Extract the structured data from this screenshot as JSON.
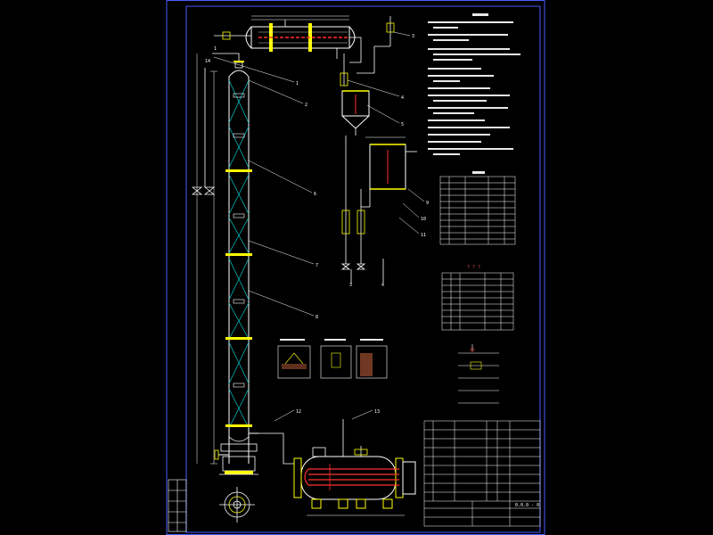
{
  "colors": {
    "background": "#000000",
    "frame": "#4a5cff",
    "outline": "#ffffff",
    "weld": "#ffff00",
    "packing": "#00d0d0",
    "process": "#ff3030",
    "hatch": "#a05030"
  },
  "callouts": [
    "1",
    "2",
    "3",
    "4",
    "5",
    "6",
    "7",
    "8",
    "9",
    "10",
    "11",
    "12",
    "13",
    "14"
  ],
  "callout_labels": {
    "left": "1",
    "top_right": "3",
    "mid": "4"
  },
  "table_header": "? ? ?",
  "drawing_no": "0.0.0 - 0"
}
